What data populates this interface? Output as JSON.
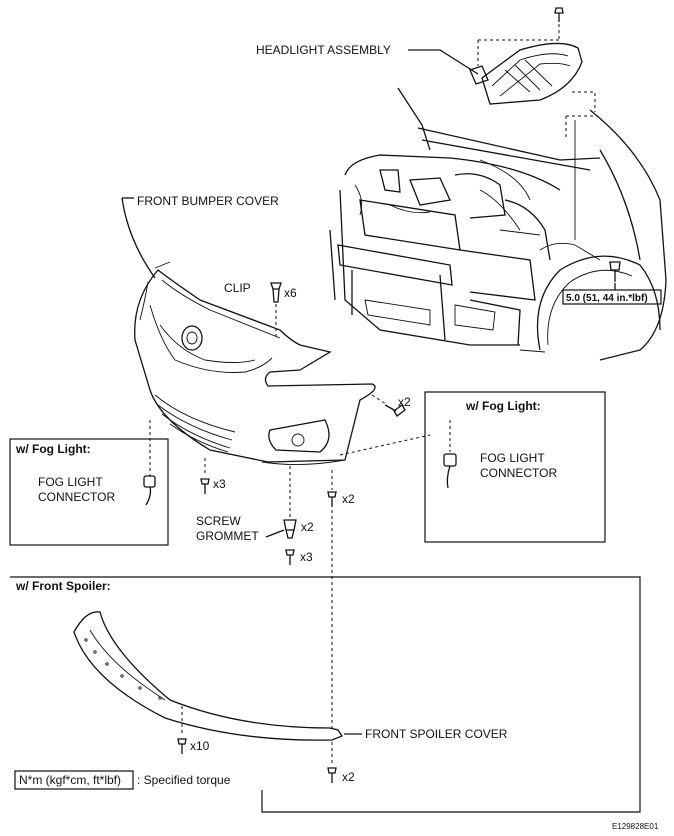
{
  "labels": {
    "headlight_assembly": "HEADLIGHT ASSEMBLY",
    "front_bumper_cover": "FRONT BUMPER COVER",
    "clip": "CLIP",
    "clip_qty": "x6",
    "screw_right_qty": "x2",
    "screw_bottom_left_qty": "x3",
    "screw": "SCREW",
    "grommet": "GROMMET",
    "grommet_qty": "x2",
    "screw_under_grommet_qty": "x3",
    "screw_center_qty": "x2",
    "front_spoiler_cover": "FRONT SPOILER COVER",
    "spoiler_screw_qty": "x10",
    "spoiler_bottom_qty": "x2",
    "torque_value": "5.0 (51, 44 in.*lbf)",
    "fig_code": "E129828E01"
  },
  "fog_left": {
    "title": "w/ Fog Light:",
    "line1": "FOG LIGHT",
    "line2": "CONNECTOR"
  },
  "fog_right": {
    "title": "w/ Fog Light:",
    "line1": "FOG LIGHT",
    "line2": "CONNECTOR"
  },
  "spoiler_box": {
    "title": "w/ Front Spoiler:"
  },
  "legend": {
    "unit": "N*m (kgf*cm, ft*lbf)",
    "text": ": Specified torque"
  }
}
